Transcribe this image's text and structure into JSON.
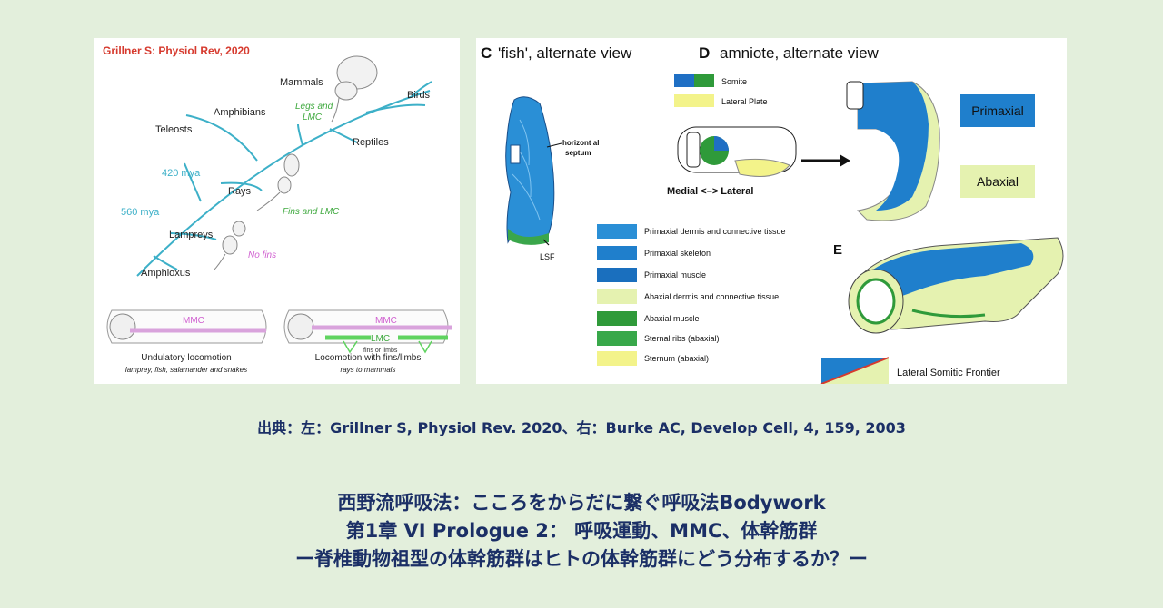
{
  "left_figure": {
    "source": "Grillner S: Physiol Rev, 2020",
    "taxa": {
      "mammals": "Mammals",
      "birds": "Birds",
      "amphibians": "Amphibians",
      "reptiles": "Reptiles",
      "teleosts": "Teleosts",
      "rays": "Rays",
      "lampreys": "Lampreys",
      "amphioxus": "Amphioxus"
    },
    "times": {
      "t420": "420 mya",
      "t560": "560 mya"
    },
    "annotations": {
      "legs": "Legs and",
      "lmc": "LMC",
      "fins_lmc": "Fins and LMC",
      "no_fins": "No fins"
    },
    "bottom": {
      "mmc_left": "MMC",
      "mmc_right": "MMC",
      "lmc": "LMC",
      "fins_or_limbs": "fins or limbs",
      "undulatory_title": "Undulatory locomotion",
      "undulatory_sub": "lamprey, fish, salamander and snakes",
      "fins_title": "Locomotion with fins/limbs",
      "fins_sub": "rays to mammals"
    },
    "colors": {
      "tree": "#3db0c8",
      "green_text": "#3fa93f",
      "pink_text": "#d060d0",
      "source": "#d63a2e"
    }
  },
  "right_figure": {
    "panel_c": {
      "letter": "C",
      "label": "'fish', alternate view",
      "horizontal_septum": "horizont al",
      "septum": "septum",
      "lsf": "LSF"
    },
    "panel_d": {
      "letter": "D",
      "label": "amniote, alternate view",
      "somite": "Somite",
      "lateral_plate": "Lateral Plate",
      "medial_lateral": "Medial <–> Lateral",
      "primaxial": "Primaxial",
      "abaxial": "Abaxial"
    },
    "panel_e": {
      "letter": "E"
    },
    "legend": [
      {
        "label": "Primaxial dermis and connective tissue",
        "color": "#2a8fd6"
      },
      {
        "label": "Primaxial skeleton",
        "color": "#1f7fcc"
      },
      {
        "label": "Primaxial muscle",
        "color": "#1a6fbe"
      },
      {
        "label": "Abaxial dermis and connective tissue",
        "color": "#e5f2b0"
      },
      {
        "label": "Abaxial muscle",
        "color": "#2f9a3a"
      },
      {
        "label": "Sternal ribs (abaxial)",
        "color": "#38a84a"
      },
      {
        "label": "Sternum (abaxial)",
        "color": "#f3f38a"
      }
    ],
    "frontier": "Lateral Somitic Frontier"
  },
  "citation": "出典：左：Grillner S, Physiol Rev. 2020、右：Burke AC, Develop Cell, 4, 159, 2003",
  "title": {
    "line1": "西野流呼吸法：こころをからだに繋ぐ呼吸法Bodywork",
    "line2": "第1章 VI Prologue 2： 呼吸運動、MMC、体幹筋群",
    "line3": "ー脊椎動物祖型の体幹筋群はヒトの体幹筋群にどう分布するか？ー"
  }
}
